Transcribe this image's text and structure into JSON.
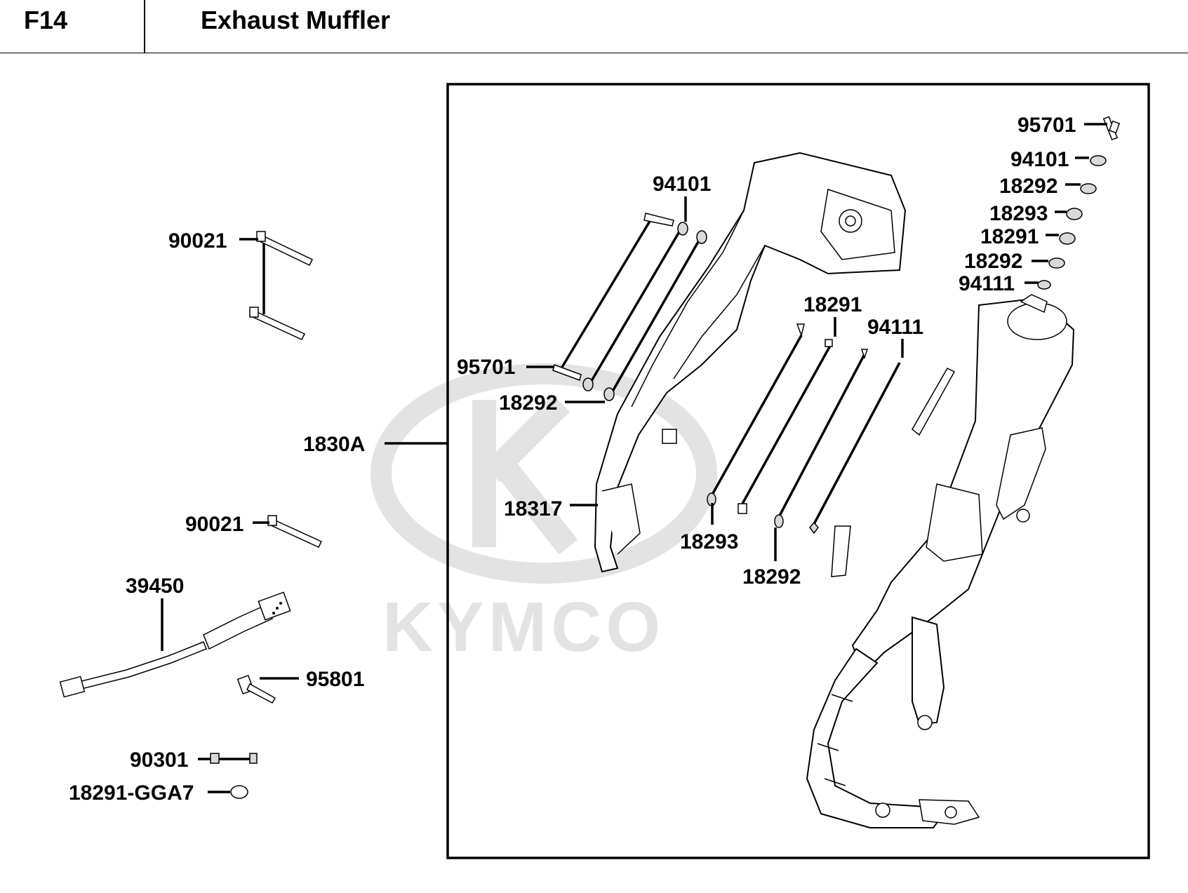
{
  "header": {
    "code": "F14",
    "title": "Exhaust Muffler"
  },
  "watermark": {
    "text": "KYMCO",
    "color": "#e3e3e3"
  },
  "callouts": {
    "top_95701": "95701",
    "top_94101": "94101",
    "top_18292_a": "18292",
    "top_18293": "18293",
    "top_18291": "18291",
    "top_18292_b": "18292",
    "top_94111": "94111",
    "cover_94101": "94101",
    "cover_95701": "95701",
    "cover_18292": "18292",
    "cover_18317": "18317",
    "mid_18291": "18291",
    "mid_94111": "94111",
    "mid_18293": "18293",
    "mid_18292": "18292",
    "assembly_1830A": "1830A",
    "left_90021_pair": "90021",
    "left_90021_single": "90021",
    "sensor_39450": "39450",
    "left_95801": "95801",
    "left_90301": "90301",
    "left_18291_GGA7": "18291-GGA7"
  }
}
